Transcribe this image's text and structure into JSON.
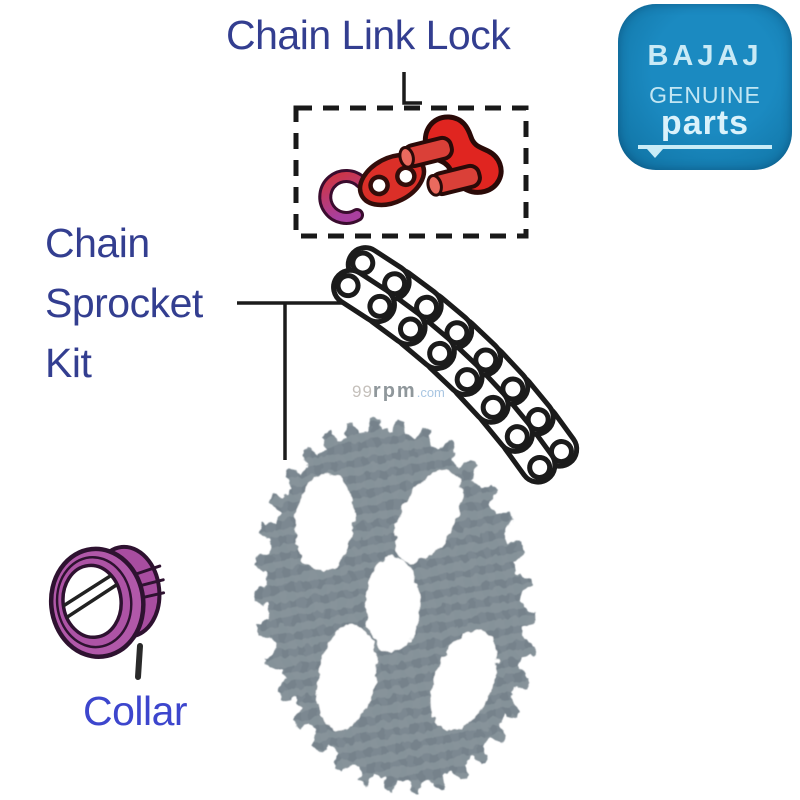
{
  "labels": {
    "chain_link_lock": "Chain Link Lock",
    "kit_line1": "Chain",
    "kit_line2": "Sprocket",
    "kit_line3": "Kit",
    "collar": "Collar"
  },
  "logo": {
    "brand": "BAJAJ",
    "line1": "GENUINE",
    "line2": "parts",
    "bg_color": "#1783b8",
    "text_color": "#cfeef9"
  },
  "watermark": {
    "part1": "99",
    "part2": "rpm",
    "part3": ".com"
  },
  "figures": {
    "clip": "c-clip",
    "plate": "link-outer-plate",
    "link": "master-link-with-pins",
    "chain": "drive-chain",
    "sprocket": "rear-sprocket",
    "collar": "collar-bush"
  },
  "colors": {
    "label_blue": "#333e90",
    "collar_label_blue": "#3d46cd",
    "line_black": "#1b1b1b",
    "part_red": "#e02520",
    "clip_magenta": "#a93f9f",
    "clip_crimson": "#cf3440",
    "collar_purple": "#ad53a5",
    "sprocket_gray": "#7e8b93"
  }
}
